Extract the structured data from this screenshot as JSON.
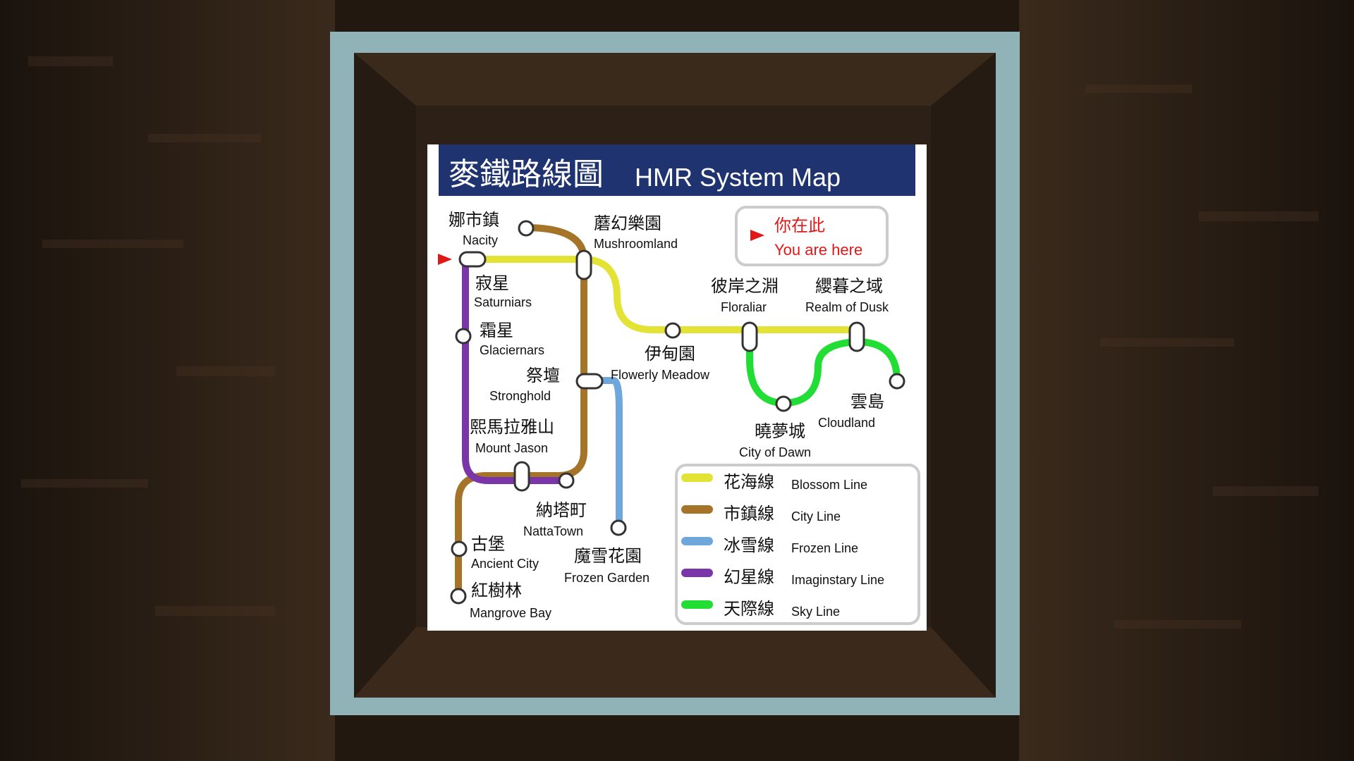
{
  "map": {
    "title_zh": "麥鐵路線圖",
    "title_en": "HMR System Map",
    "you_are_here_zh": "你在此",
    "you_are_here_en": "You are here"
  },
  "stations": [
    {
      "id": "nacity",
      "zh": "娜市鎮",
      "en": "Nacity"
    },
    {
      "id": "mushroomland",
      "zh": "蘑幻樂園",
      "en": "Mushroomland"
    },
    {
      "id": "saturniars",
      "zh": "寂星",
      "en": "Saturniars"
    },
    {
      "id": "glaciernars",
      "zh": "霜星",
      "en": "Glaciernars"
    },
    {
      "id": "stronghold",
      "zh": "祭壇",
      "en": "Stronghold"
    },
    {
      "id": "mount_jason",
      "zh": "熙馬拉雅山",
      "en": "Mount Jason"
    },
    {
      "id": "nattatown",
      "zh": "納塔町",
      "en": "NattaTown"
    },
    {
      "id": "ancient_city",
      "zh": "古堡",
      "en": "Ancient City"
    },
    {
      "id": "mangrove_bay",
      "zh": "紅樹林",
      "en": "Mangrove Bay"
    },
    {
      "id": "frozen_garden",
      "zh": "魔雪花園",
      "en": "Frozen Garden"
    },
    {
      "id": "flowerly_meadow",
      "zh": "伊甸園",
      "en": "Flowerly Meadow"
    },
    {
      "id": "floraliar",
      "zh": "彼岸之淵",
      "en": "Floraliar"
    },
    {
      "id": "realm_of_dusk",
      "zh": "纓暮之域",
      "en": "Realm of Dusk"
    },
    {
      "id": "city_of_dawn",
      "zh": "曉夢城",
      "en": "City of Dawn"
    },
    {
      "id": "cloudland",
      "zh": "雲島",
      "en": "Cloudland"
    }
  ],
  "legend": [
    {
      "zh": "花海線",
      "en": "Blossom Line",
      "color": "#e3e336"
    },
    {
      "zh": "市鎮線",
      "en": "City Line",
      "color": "#a57428"
    },
    {
      "zh": "冰雪線",
      "en": "Frozen Line",
      "color": "#6fa6dc"
    },
    {
      "zh": "幻星線",
      "en": "Imaginstary Line",
      "color": "#7a36a8"
    },
    {
      "zh": "天際線",
      "en": "Sky Line",
      "color": "#22dd33"
    }
  ],
  "colors": {
    "title_bar": "#1e3370",
    "you_are_here": "#e01818",
    "frame": "#8fb3b6",
    "wood": "#2a1d13"
  }
}
